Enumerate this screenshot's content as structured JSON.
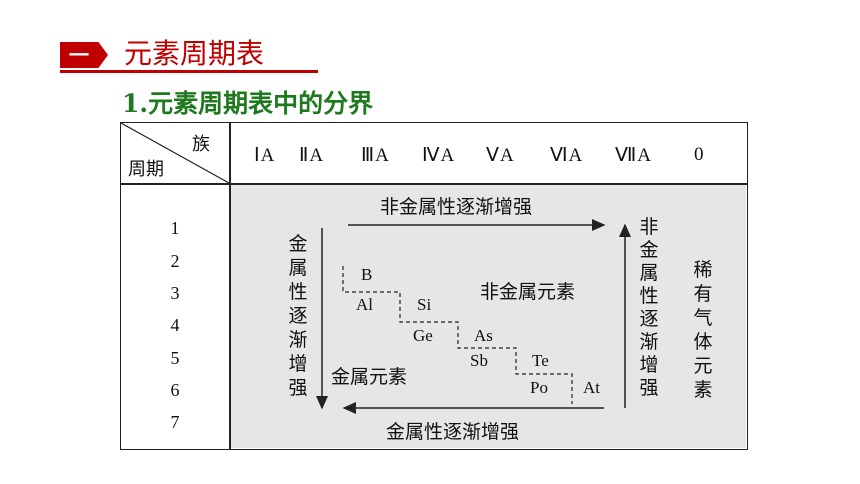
{
  "header": {
    "badge_text": "一",
    "title": "元素周期表",
    "accent_color": "#c00000"
  },
  "subtitle": "1.元素周期表中的分界",
  "subtitle_color": "#1f7a1f",
  "table": {
    "corner_group_label": "族",
    "corner_period_label": "周期",
    "groups": [
      "ⅠA",
      "ⅡA",
      "ⅢA",
      "ⅣA",
      "ⅤA",
      "ⅥA",
      "ⅦA",
      "0"
    ],
    "periods": [
      "1",
      "2",
      "3",
      "4",
      "5",
      "6",
      "7"
    ],
    "shade_color": "#e6e6e6",
    "top_arrow_label": "非金属性逐渐增强",
    "bottom_arrow_label": "金属性逐渐增强",
    "left_vertical_label": "金属性逐渐增强",
    "right_vertical_label": "非金属性逐渐增强",
    "noble_gas_label": "稀有气体元素",
    "nonmetal_region_label": "非金属元素",
    "metal_region_label": "金属元素",
    "elements": [
      "B",
      "Al",
      "Si",
      "Ge",
      "As",
      "Sb",
      "Te",
      "Po",
      "At"
    ]
  }
}
